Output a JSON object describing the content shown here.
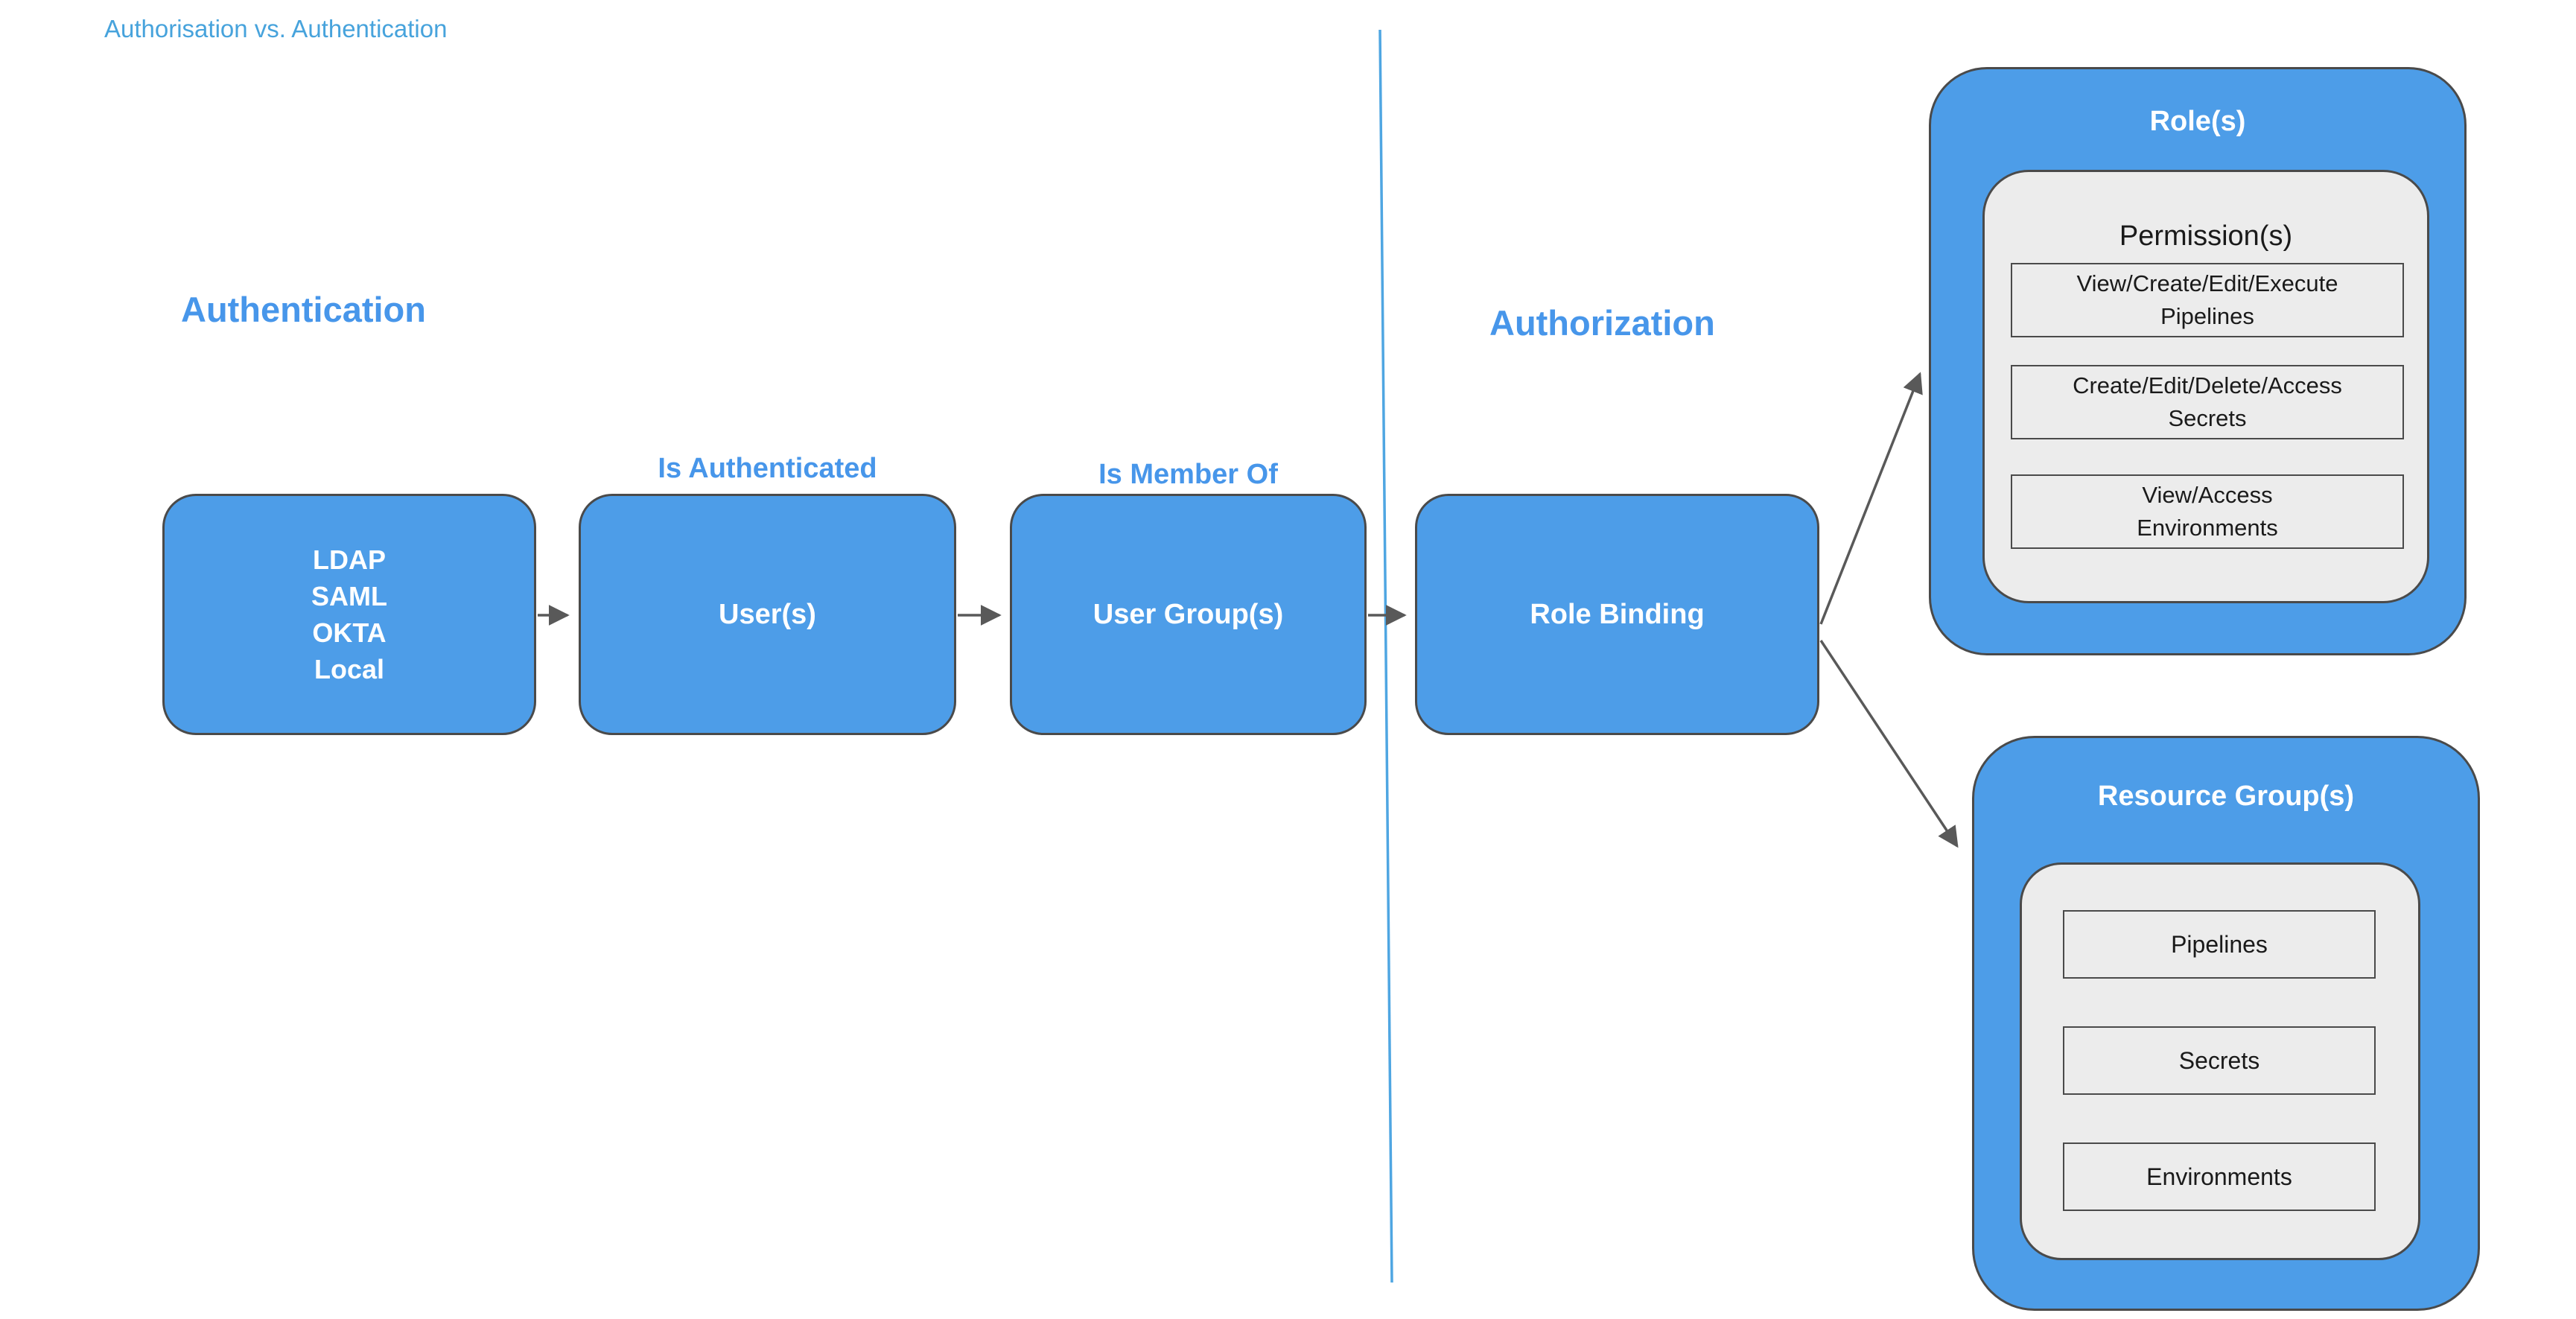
{
  "title": "Authorisation vs. Authentication",
  "headings": {
    "authentication": "Authentication",
    "authorization": "Authorization"
  },
  "edge_labels": {
    "is_authenticated": "Is Authenticated",
    "is_member_of": "Is Member Of"
  },
  "nodes": {
    "identity_providers": {
      "lines": [
        "LDAP",
        "SAML",
        "OKTA",
        "Local"
      ]
    },
    "users": {
      "label": "User(s)"
    },
    "user_groups": {
      "label": "User Group(s)"
    },
    "role_binding": {
      "label": "Role Binding"
    }
  },
  "roles_container": {
    "title": "Role(s)",
    "permissions_title": "Permission(s)",
    "permissions": [
      {
        "lines": [
          "View/Create/Edit/Execute",
          "Pipelines"
        ]
      },
      {
        "lines": [
          "Create/Edit/Delete/Access",
          "Secrets"
        ]
      },
      {
        "lines": [
          "View/Access",
          "Environments"
        ]
      }
    ]
  },
  "resource_container": {
    "title": "Resource Group(s)",
    "resources": [
      {
        "label": "Pipelines"
      },
      {
        "label": "Secrets"
      },
      {
        "label": "Environments"
      }
    ]
  },
  "colors": {
    "accent_blue": "#4D9DE8",
    "heading_blue": "#4796EA",
    "title_blue": "#47A3DC",
    "divider_blue": "#4FA6E2",
    "panel_gray": "#ECECEC",
    "border_dark": "#4A4A4A",
    "arrow_gray": "#595959",
    "node_text": "#FFFFFF",
    "panel_text": "#1A1A1A"
  }
}
